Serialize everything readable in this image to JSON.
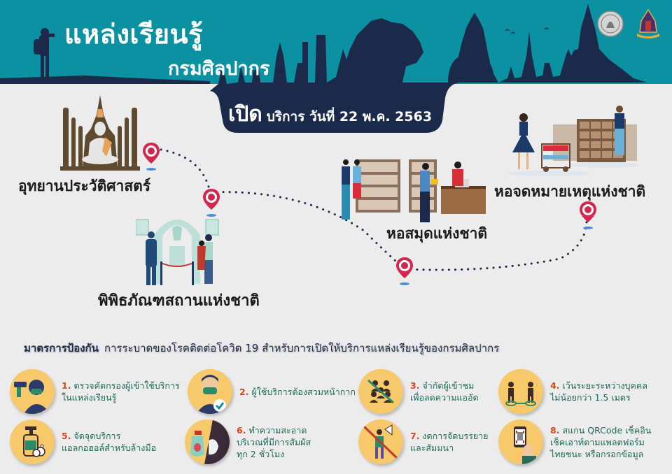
{
  "header": {
    "title": "แหล่งเรียนรู้",
    "subtitle": "กรมศิลปากร",
    "background_color": "#0c91a3",
    "silhouette_color": "#1b2a4a",
    "logos": [
      {
        "name": "fine-arts-department-seal",
        "color": "#c8c8c8"
      },
      {
        "name": "ministry-of-culture-emblem",
        "color": "#5a3a7a"
      }
    ]
  },
  "open_banner": {
    "big": "เปิด",
    "rest": "บริการ วันที่ 22 พ.ค. 2563",
    "background_color": "#1b2a4a"
  },
  "places": [
    {
      "label": "อุทยานประวัติศาสตร์"
    },
    {
      "label": "พิพิธภัณฑสถานแห่งชาติ"
    },
    {
      "label": "หอสมุดแห่งชาติ"
    },
    {
      "label": "หอจดหมายเหตุแห่งชาติ"
    }
  ],
  "pin_color": "#d1284f",
  "measures": {
    "title_bold": "มาตรการป้องกัน",
    "title_rest": "การระบาดของโรคติดต่อโควิด 19 สำหรับการเปิดให้บริการแหล่งเรียนรู้ของกรมศิลปากร",
    "number_color": "#d6451f",
    "text_color": "#1d6a55",
    "icon_bg": "#f7c96a",
    "items": [
      {
        "num": "1.",
        "lines": [
          "ตรวจคัดกรองผู้เข้าใช้บริการ",
          "ในแหล่งเรียนรู้"
        ],
        "icon": "thermometer-scan-icon"
      },
      {
        "num": "2.",
        "lines": [
          "ผู้ใช้บริการต้องสวมหน้ากาก"
        ],
        "icon": "face-mask-icon"
      },
      {
        "num": "3.",
        "lines": [
          "จำกัดผู้เข้าชม",
          "เพื่อลดความแออัด"
        ],
        "icon": "no-crowd-icon"
      },
      {
        "num": "4.",
        "lines": [
          "เว้นระยะระหว่างบุคคล",
          "ไม่น้อยกว่า 1.5 เมตร"
        ],
        "icon": "social-distance-icon"
      },
      {
        "num": "5.",
        "lines": [
          "จัดจุดบริการ",
          "แอลกอฮอล์สำหรับล้างมือ"
        ],
        "icon": "hand-sanitizer-icon"
      },
      {
        "num": "6.",
        "lines": [
          "ทำความสะอาด",
          "บริเวณที่มีการสัมผัส",
          "ทุก 2 ชั่วโมง"
        ],
        "icon": "cleaning-spray-icon"
      },
      {
        "num": "7.",
        "lines": [
          "งดการจัดบรรยาย",
          "และสัมมนา"
        ],
        "icon": "no-lecture-icon"
      },
      {
        "num": "8.",
        "lines": [
          "สแกน QRCode เช็คอิน",
          "เช็คเอาท์ตามแพลตฟอร์ม",
          "ไทยชนะ หรือกรอกข้อมูล"
        ],
        "icon": "qr-scan-phone-icon"
      }
    ]
  }
}
